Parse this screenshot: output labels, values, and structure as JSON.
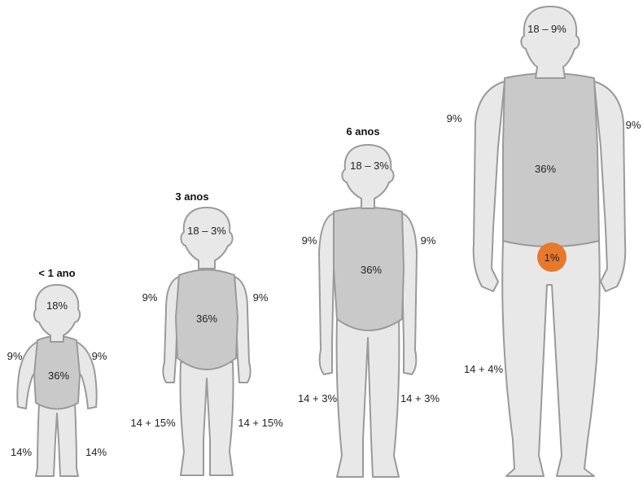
{
  "figures": [
    {
      "id": "infant",
      "title": "< 1 ano",
      "head": "18%",
      "arm_left": "9%",
      "arm_right": "9%",
      "trunk": "36%",
      "leg_left": "14%",
      "leg_right": "14%"
    },
    {
      "id": "age3",
      "title": "3 anos",
      "head": "18 – 3%",
      "arm_left": "9%",
      "arm_right": "9%",
      "trunk": "36%",
      "leg_left": "14 + 15%",
      "leg_right": "14 + 15%"
    },
    {
      "id": "age6",
      "title": "6 anos",
      "head": "18 – 3%",
      "arm_left": "9%",
      "arm_right": "9%",
      "trunk": "36%",
      "leg_left": "14 + 3%",
      "leg_right": "14 + 3%"
    },
    {
      "id": "adult",
      "title": "",
      "head": "18 – 9%",
      "arm_left": "9%",
      "arm_right": "9%",
      "trunk": "36%",
      "genital": "1%",
      "leg_left": "14 + 4%"
    }
  ],
  "colors": {
    "body": "#e8e8e8",
    "trunk": "#c9c9c9",
    "outline": "#9a9a9a",
    "genital_marker": "#e8782a"
  }
}
